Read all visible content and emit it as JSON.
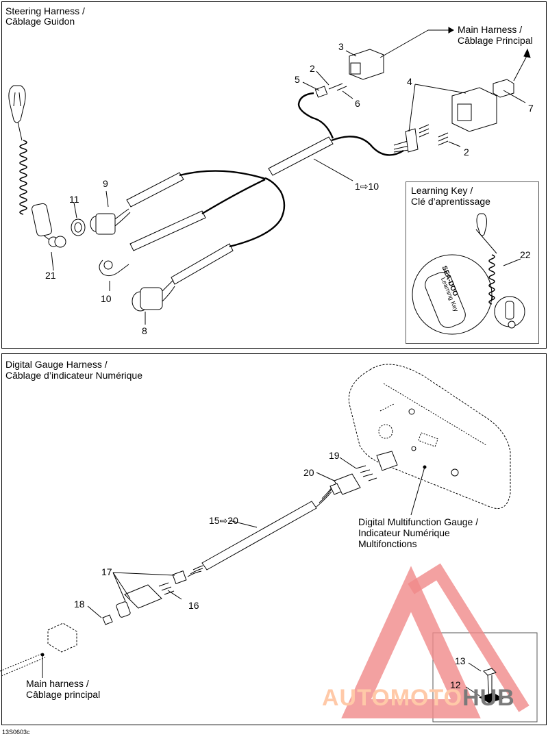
{
  "top_panel": {
    "title_line1": "Steering Harness /",
    "title_line2": "Câblage Guidon",
    "main_harness_line1": "Main Harness  /",
    "main_harness_line2": "Câblage Principal",
    "learning_key_line1": "Learning Key /",
    "learning_key_line2": "Clé d’aprentissage",
    "callouts": {
      "c3": "3",
      "c2a": "2",
      "c5": "5",
      "c6": "6",
      "c4": "4",
      "c7": "7",
      "c2b": "2",
      "c1_10": "1⇨10",
      "c9": "9",
      "c11": "11",
      "c21": "21",
      "c10": "10",
      "c8": "8",
      "c22": "22"
    },
    "key_brand": "SEA-DOO",
    "key_text": "Learning Key"
  },
  "bottom_panel": {
    "title_line1": "Digital Gauge Harness /",
    "title_line2": "Câblage d’indicateur Numérique",
    "gauge_line1": "Digital Multifunction Gauge /",
    "gauge_line2": "Indicateur Numérique",
    "gauge_line3": "Multifonctions",
    "main_harness_line1": "Main harness /",
    "main_harness_line2": "Câblage principal",
    "callouts": {
      "c19": "19",
      "c20": "20",
      "c15_20": "15⇨20",
      "c17": "17",
      "c18": "18",
      "c16": "16",
      "c13": "13",
      "c12": "12"
    }
  },
  "footer_code": "13S0603c",
  "watermark": {
    "part1": "AUTOMOTO",
    "part2": "HUB",
    "color1": "#ffc9a8",
    "color2": "#7a7a7a",
    "triangle_color": "#f08a8a"
  }
}
